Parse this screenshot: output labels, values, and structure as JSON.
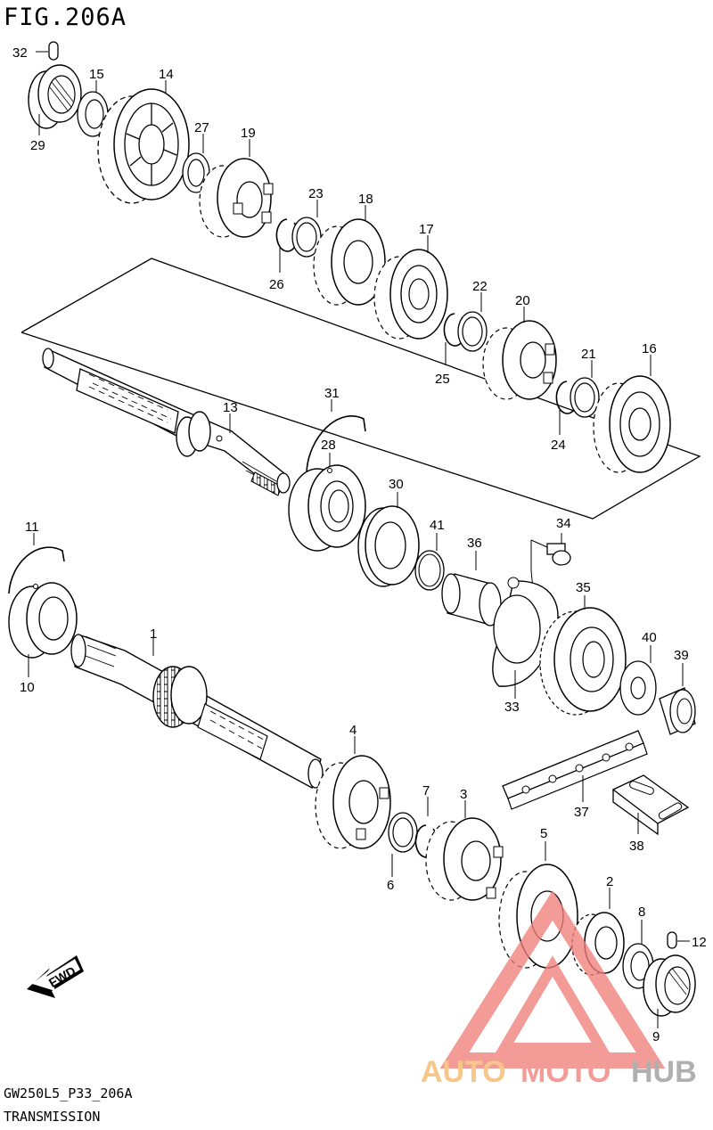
{
  "figure": {
    "title": "FIG.206A"
  },
  "footer": {
    "model_code": "GW250L5_P33_206A",
    "section": "TRANSMISSION"
  },
  "fwd_arrow": {
    "label": "FWD"
  },
  "watermark": {
    "auto": "AUTO",
    "moto": "MOTO",
    "hub": "HUB",
    "color_primary": "#f07f7a",
    "color_hub": "#9a9a9a",
    "color_auto": "#f6b868"
  },
  "callouts": [
    "1",
    "2",
    "3",
    "4",
    "5",
    "6",
    "7",
    "8",
    "9",
    "10",
    "11",
    "12",
    "13",
    "14",
    "15",
    "16",
    "17",
    "18",
    "19",
    "20",
    "21",
    "22",
    "23",
    "24",
    "25",
    "26",
    "27",
    "28",
    "29",
    "30",
    "31",
    "32",
    "33",
    "34",
    "35",
    "36",
    "37",
    "38",
    "39",
    "40",
    "41"
  ]
}
